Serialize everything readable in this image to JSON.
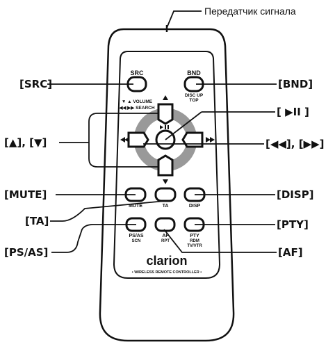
{
  "transmitter_label": "Передатчик сигнала",
  "callouts": {
    "src": "[SRC]",
    "bnd": "[BND]",
    "up_down": "[▲], [▼]",
    "play_pause": "[ ▶II ]",
    "prev_next": "[◀◀], [▶▶]",
    "mute": "[MUTE]",
    "disp": "[DISP]",
    "ta": "[TA]",
    "pty": "[PTY]",
    "ps_as": "[PS/AS]",
    "af": "[AF]"
  },
  "remote": {
    "src": "SRC",
    "bnd": "BND",
    "bnd_sub1": "DISC UP",
    "bnd_sub2": "TOP",
    "volume": "▼ ▲  VOLUME",
    "search": "◀◀ ▶▶  SEARCH",
    "mute": "MUTE",
    "ta": "TA",
    "disp": "DISP",
    "ps_as": "PS/AS",
    "scn": "SCN",
    "af": "AF",
    "rpt": "RPT",
    "pty": "PTY",
    "rdm": "RDM",
    "tv_vtr": "TV/VTR",
    "brand": "clarion",
    "tagline": "• WIRELESS REMOTE CONTROLLER •"
  }
}
